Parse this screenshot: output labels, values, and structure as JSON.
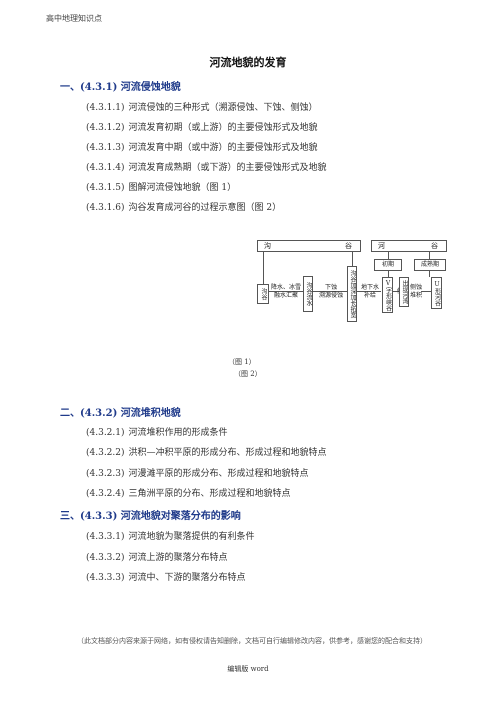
{
  "header": {
    "note": "高中地理知识点"
  },
  "doc": {
    "title": "河流地貌的发育"
  },
  "sections": [
    {
      "heading": "一、(4.3.1) 河流侵蚀地貌",
      "items": [
        {
          "code": "(4.3.1.1)",
          "text": "河流侵蚀的三种形式（溯源侵蚀、下蚀、侧蚀）"
        },
        {
          "code": "(4.3.1.2)",
          "text": "河流发育初期（或上游）的主要侵蚀形式及地貌"
        },
        {
          "code": "(4.3.1.3)",
          "text": "河流发育中期（或中游）的主要侵蚀形式及地貌"
        },
        {
          "code": "(4.3.1.4)",
          "text": "河流发育成熟期（或下游）的主要侵蚀形式及地貌"
        },
        {
          "code": "(4.3.1.5)",
          "text": "图解河流侵蚀地貌（图 1）"
        },
        {
          "code": "(4.3.1.6)",
          "text": "沟谷发育成河谷的过程示意图（图 2）"
        }
      ]
    },
    {
      "heading": "二、(4.3.2) 河流堆积地貌",
      "items": [
        {
          "code": "(4.3.2.1)",
          "text": "河流堆积作用的形成条件"
        },
        {
          "code": "(4.3.2.2)",
          "text": "洪积—冲积平原的形成分布、形成过程和地貌特点"
        },
        {
          "code": "(4.3.2.3)",
          "text": "河漫滩平原的形成分布、形成过程和地貌特点"
        },
        {
          "code": "(4.3.2.4)",
          "text": "三角洲平原的分布、形成过程和地貌特点"
        }
      ]
    },
    {
      "heading": "三、(4.3.3) 河流地貌对聚落分布的影响",
      "items": [
        {
          "code": "(4.3.3.1)",
          "text": "河流地貌为聚落提供的有利条件"
        },
        {
          "code": "(4.3.3.2)",
          "text": "河流上游的聚落分布特点"
        },
        {
          "code": "(4.3.3.3)",
          "text": "河流中、下游的聚落分布特点"
        }
      ]
    }
  ],
  "diagram": {
    "gully_header": [
      "沟",
      "谷"
    ],
    "valley_header": [
      "河",
      "谷"
    ],
    "early": "初期",
    "mature": "成熟期",
    "gully": "沟谷",
    "rain_snow": "降水、冰雪\n融水汇聚",
    "gully_runoff": "沟谷流水",
    "down_cut": "下蚀\n溯源侵蚀",
    "gully_extend": "沟谷加深加长拓宽",
    "groundwater": "地下水\n补给",
    "v_valley": "V字形峡谷",
    "side_cut": "侧蚀",
    "meander": "出现河湾",
    "deposit": "侧蚀\n堆积",
    "u_valley": "U形河谷"
  },
  "captions": {
    "fig1": "（图 1）",
    "fig2": "（图 2）"
  },
  "footer": {
    "disclaimer": "（此文档部分内容来源于网络，如有侵权请告知删除，文档可自行编辑修改内容，供参考，感谢您的配合和支持）",
    "version": "编辑版 word"
  }
}
